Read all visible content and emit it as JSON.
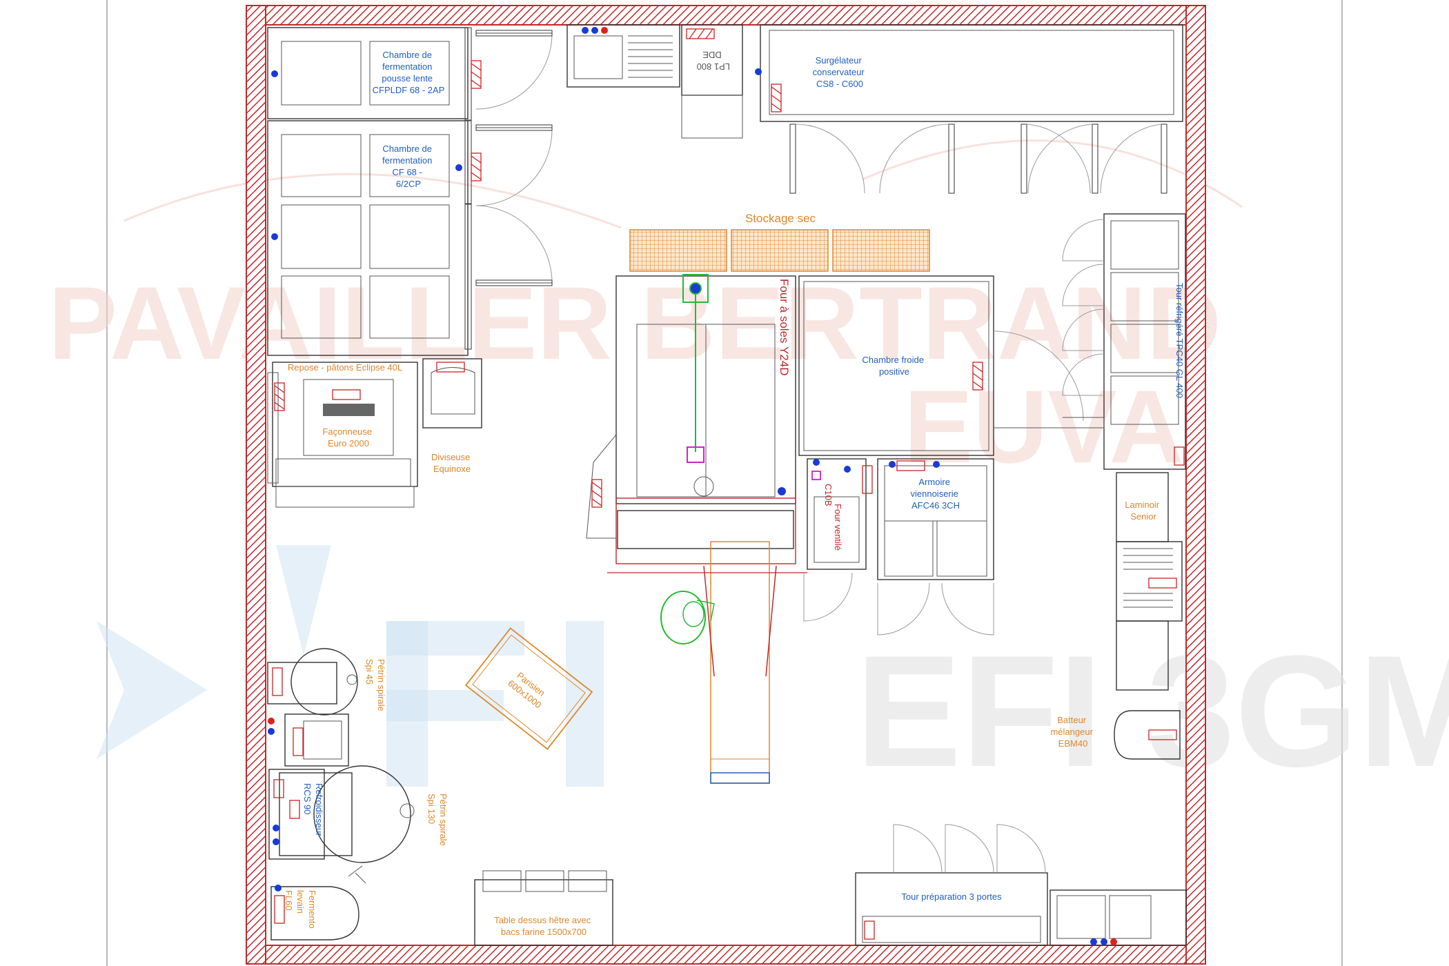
{
  "watermarks": {
    "brand_line_1": "PAVAILLER BERTRAND",
    "brand_line_2": "EUVA",
    "brand_line_3": "EFI 3GM"
  },
  "zones": {
    "dry_storage": "Stockage sec"
  },
  "equipment": [
    {
      "id": "cfpldf",
      "lines": [
        "Chambre de",
        "fermentation",
        "pousse lente",
        "CFPLDF 68 - 2AP"
      ],
      "color": "blue"
    },
    {
      "id": "cf68",
      "lines": [
        "Chambre de",
        "fermentation",
        "CF 68 -",
        "6/2CP"
      ],
      "color": "blue"
    },
    {
      "id": "lp1",
      "lines": [
        "LP1 800",
        "DDE"
      ],
      "color": "grey"
    },
    {
      "id": "surgelateur",
      "lines": [
        "Surgélateur",
        "conservateur",
        "CS8 - C600"
      ],
      "color": "blue"
    },
    {
      "id": "four_soles",
      "lines": [
        "Four à soles Y24D"
      ],
      "color": "red"
    },
    {
      "id": "chambre_froide",
      "lines": [
        "Chambre froide",
        "positive"
      ],
      "color": "blue"
    },
    {
      "id": "tour_refrig",
      "lines": [
        "Tour réfrigéré TPC40 GL 400"
      ],
      "color": "blue"
    },
    {
      "id": "repose_patons",
      "lines": [
        "Repose - pâtons Eclipse 40L"
      ],
      "color": "orange"
    },
    {
      "id": "faconneuse",
      "lines": [
        "Façonneuse",
        "Euro 2000"
      ],
      "color": "orange"
    },
    {
      "id": "diviseuse",
      "lines": [
        "Diviseuse",
        "Equinoxe"
      ],
      "color": "orange"
    },
    {
      "id": "armoire",
      "lines": [
        "Armoire",
        "viennoiserie",
        "AFC46 3CH"
      ],
      "color": "blue"
    },
    {
      "id": "four_ventile",
      "lines": [
        "Four ventilé",
        "C10B"
      ],
      "color": "red"
    },
    {
      "id": "laminoir",
      "lines": [
        "Laminoir",
        "Senior"
      ],
      "color": "orange"
    },
    {
      "id": "parisien",
      "lines": [
        "Parisien",
        "600x1000"
      ],
      "color": "orange"
    },
    {
      "id": "petrin45",
      "lines": [
        "Pétrin spirale",
        "Spi 45"
      ],
      "color": "orange"
    },
    {
      "id": "batteur",
      "lines": [
        "Batteur",
        "mélangeur",
        "EBM40"
      ],
      "color": "orange"
    },
    {
      "id": "refroidisseur",
      "lines": [
        "Refroidisseur",
        "RCS 90"
      ],
      "color": "blue"
    },
    {
      "id": "petrin130",
      "lines": [
        "Pétrin spirale",
        "Spi 130"
      ],
      "color": "orange"
    },
    {
      "id": "fermento",
      "lines": [
        "Fermento",
        "levain",
        "FL60"
      ],
      "color": "orange"
    },
    {
      "id": "table_hetre",
      "lines": [
        "Table dessus hêtre avec",
        "bacs farine 1500x700"
      ],
      "color": "orange"
    },
    {
      "id": "tour_prep",
      "lines": [
        "Tour préparation 3 portes"
      ],
      "color": "blue"
    }
  ],
  "colors": {
    "wall": "#c0282a",
    "orange": "#e0862a",
    "blue": "#1f5fbf",
    "green": "#22bb33",
    "magenta": "#d020d0"
  }
}
